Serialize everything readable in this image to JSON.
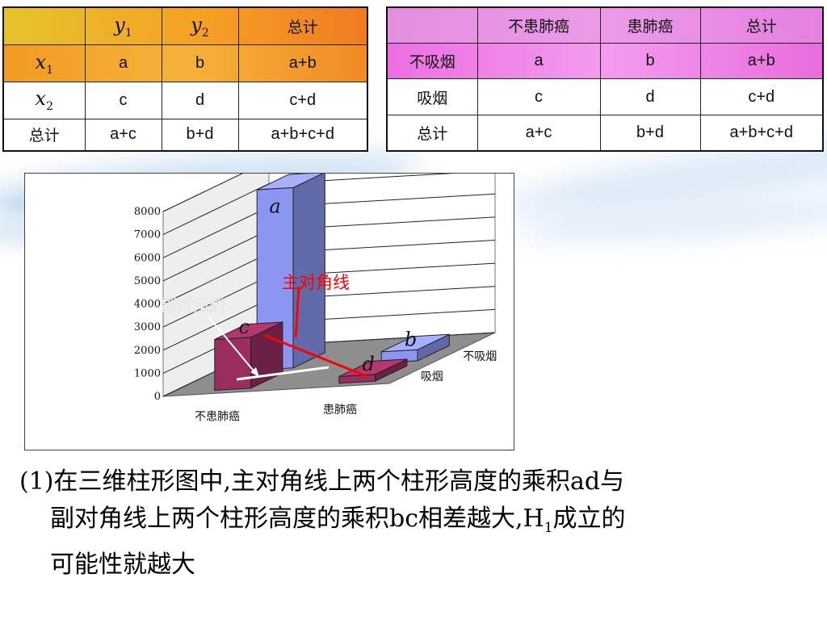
{
  "table_left": {
    "header": [
      "",
      "y1",
      "y2",
      "总计"
    ],
    "rows": [
      [
        "x1",
        "a",
        "b",
        "a+b"
      ],
      [
        "x2",
        "c",
        "d",
        "c+d"
      ],
      [
        "总计",
        "a+c",
        "b+d",
        "a+b+c+d"
      ]
    ]
  },
  "table_right": {
    "header": [
      "",
      "不患肺癌",
      "患肺癌",
      "总计"
    ],
    "rows": [
      [
        "不吸烟",
        "a",
        "b",
        "a+b"
      ],
      [
        "吸烟",
        "c",
        "d",
        "c+d"
      ],
      [
        "总计",
        "a+c",
        "b+d",
        "a+b+c+d"
      ]
    ]
  },
  "chart_data": {
    "type": "bar",
    "projection": "3d",
    "categories": [
      "不患肺癌",
      "患肺癌"
    ],
    "depth_categories": [
      "不吸烟",
      "吸烟"
    ],
    "series": [
      {
        "values": [
          7800,
          480
        ],
        "bar_labels": [
          "a",
          "b"
        ],
        "color": "#8c96f0"
      },
      {
        "values": [
          2200,
          290
        ],
        "bar_labels": [
          "c",
          "d"
        ],
        "color": "#9a2e5f"
      }
    ],
    "ylim": [
      0,
      8000
    ],
    "yticks": [
      0,
      1000,
      2000,
      3000,
      4000,
      5000,
      6000,
      7000,
      8000
    ],
    "grid": true,
    "annotations": [
      {
        "text": "主对角线",
        "color": "#ff0000"
      },
      {
        "text": "副对角线",
        "color": "#ffffff"
      }
    ]
  },
  "colors": {
    "left_header": "#f6a024",
    "right_header": "#ec9ae8",
    "main_diagonal": "#ff0000",
    "secondary_diagonal": "#ffffff"
  },
  "text": {
    "line1": "(1)在三维柱形图中,主对角线上两个柱形高度的乘积ad与",
    "line2_a": "副对角线上两个柱形高度的乘积bc相差越大,H",
    "line2_sub": "1",
    "line2_b": "成立的",
    "line3": "可能性就越大"
  }
}
